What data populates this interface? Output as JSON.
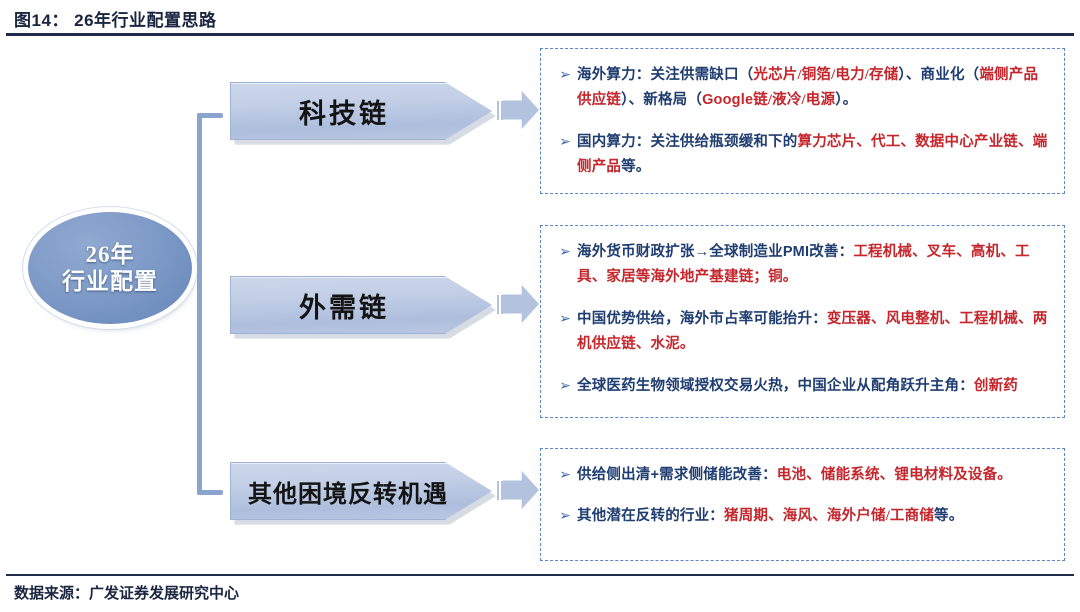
{
  "header": {
    "figure_label": "图14：",
    "title": "26年行业配置思路",
    "full_title": "图14：  26年行业配置思路"
  },
  "footer": {
    "source": "数据来源：广发证券发展研究中心"
  },
  "root": {
    "line1": "26年",
    "line2": "行业配置",
    "fill_color": "#7f9bc8",
    "text_color": "#ffffff"
  },
  "theme": {
    "accent_blue": "#5a86c4",
    "chain_fill": "#b6c5e0",
    "connector": "#8ba4ce",
    "body_text": "#1f3d70",
    "highlight_red": "#c4262c",
    "rule_color": "#1f2c4c"
  },
  "branches": [
    {
      "label": "科技链",
      "arrow_icon": "right-block-arrow",
      "bullets": [
        {
          "marker": "➢",
          "segments": [
            {
              "text": "海外算力：关注供需缺口（",
              "style": "blue"
            },
            {
              "text": "光芯片/铜箔/电力/存储",
              "style": "red"
            },
            {
              "text": "）、商业化（",
              "style": "blue"
            },
            {
              "text": "端侧产品供应链",
              "style": "red"
            },
            {
              "text": "）、新格局（",
              "style": "blue"
            },
            {
              "text": "Google",
              "style": "red-latin"
            },
            {
              "text": "链/液冷/电源",
              "style": "red"
            },
            {
              "text": "）。",
              "style": "blue"
            }
          ]
        },
        {
          "marker": "➢",
          "segments": [
            {
              "text": "国内算力：关注供给瓶颈缓和下的",
              "style": "blue"
            },
            {
              "text": "算力芯片、代工、数据中心产业链、端侧产品",
              "style": "red"
            },
            {
              "text": "等。",
              "style": "blue"
            }
          ]
        }
      ]
    },
    {
      "label": "外需链",
      "arrow_icon": "right-block-arrow",
      "bullets": [
        {
          "marker": "➢",
          "segments": [
            {
              "text": "海外货币财政扩张→全球制造业",
              "style": "blue"
            },
            {
              "text": "PMI",
              "style": "blue-latin"
            },
            {
              "text": "改善：",
              "style": "blue"
            },
            {
              "text": "工程机械、叉车、高机、工具、家居等海外地产基建链；铜。",
              "style": "red"
            }
          ]
        },
        {
          "marker": "➢",
          "segments": [
            {
              "text": "中国优势供给，海外市占率可能抬升：",
              "style": "blue"
            },
            {
              "text": "变压器、风电整机、工程机械、两机供应链、水泥。",
              "style": "red"
            }
          ]
        },
        {
          "marker": "➢",
          "segments": [
            {
              "text": "全球医药生物领域授权交易火热，中国企业从配角跃升主角：",
              "style": "blue"
            },
            {
              "text": "创新药",
              "style": "red"
            }
          ]
        }
      ]
    },
    {
      "label": "其他困境反转机遇",
      "arrow_icon": "right-block-arrow",
      "bullets": [
        {
          "marker": "➢",
          "segments": [
            {
              "text": "供给侧出清",
              "style": "blue"
            },
            {
              "text": "+",
              "style": "blue-latin"
            },
            {
              "text": "需求侧储能改善：",
              "style": "blue"
            },
            {
              "text": "电池、储能系统、锂电材料及设备。",
              "style": "red"
            }
          ]
        },
        {
          "marker": "➢",
          "segments": [
            {
              "text": "其他潜在反转的行业：",
              "style": "blue"
            },
            {
              "text": "猪周期、海风、海外户储/工商储",
              "style": "red"
            },
            {
              "text": "等。",
              "style": "blue"
            }
          ]
        }
      ]
    }
  ]
}
